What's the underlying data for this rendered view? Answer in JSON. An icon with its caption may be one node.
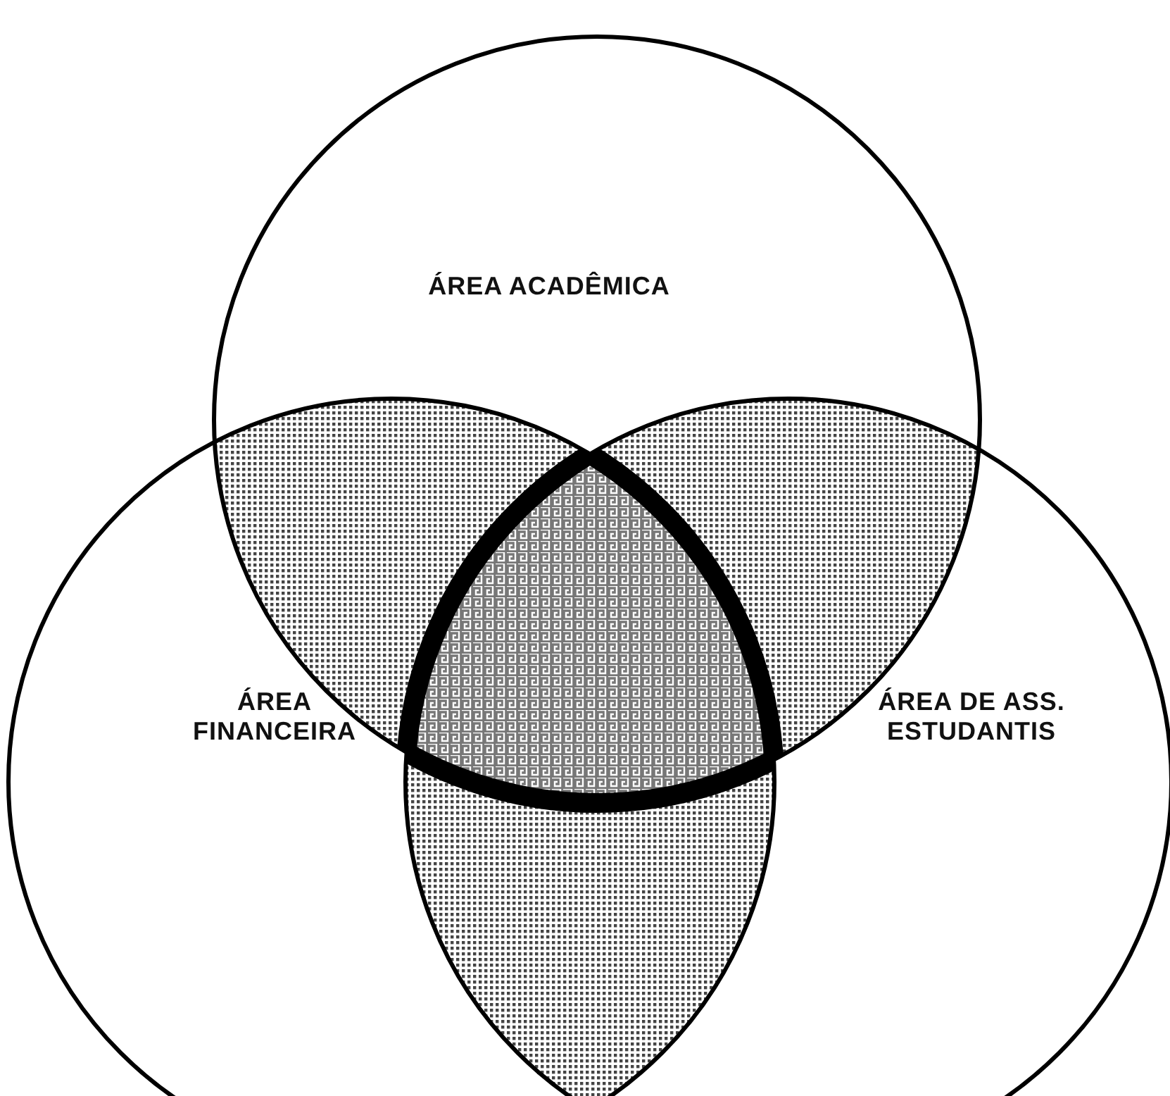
{
  "diagram": {
    "nodes": [
      {
        "text": [
          "ÁREA ACADÊMICA"
        ]
      },
      {
        "text": [
          "ÁREA FINANCEIRA"
        ]
      },
      {
        "text": [
          "ÁREA DE ASS. ESTUDANTIS"
        ]
      }
    ],
    "edges": []
  }
}
